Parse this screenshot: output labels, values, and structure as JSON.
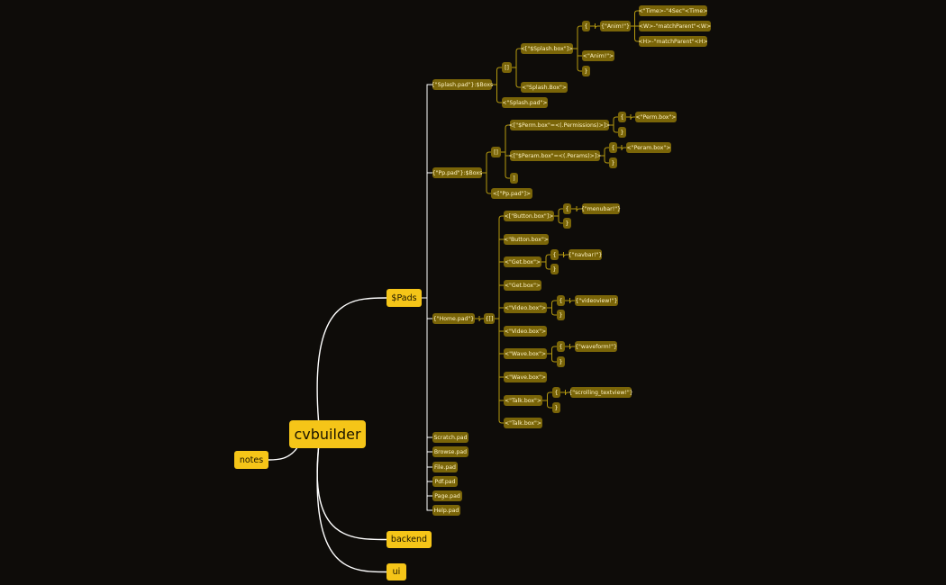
{
  "theme": {
    "background": "#0e0c09",
    "primary": "#f5c518",
    "secondary": "#7a6508",
    "link_main": "#ffffff",
    "link_sub": "#b59a10"
  },
  "map": {
    "root": "cvbuilder",
    "notes": "notes",
    "pads": "$Pads",
    "backend": "backend",
    "ui": "ui",
    "splash": {
      "pad": "{\"Splash.pad\"}:$Boxs",
      "bracket": "[]",
      "box_open": "<[\"$Splash.box\"]>",
      "brace_open": "{",
      "anim_key": "{\"Anim!\"}",
      "time": "<\"Time>-\"4Sec\"<Time>",
      "w": "<W>-\"matchParent\"<W>",
      "h": "<H>-\"matchParent\"<H>",
      "anim_close": "<\"Anim!\">",
      "brace_close": "}",
      "box_close": "<\"Splash.Box\">",
      "pad_close": "<\"Splash.pad\">"
    },
    "pp": {
      "pad": "{\"Pp.pad\"}:$Boxs",
      "bracket": "[]",
      "perm_open": "<[\"$Perm.box\"=<(.Permissions)>]>",
      "perm_brace_open": "{",
      "perm_close": "<\"Perm.box\">",
      "perm_brace_close": "}",
      "peram_open": "<[\"$Peram.box\"=<(.Perams)>]>",
      "peram_brace_open": "{",
      "peram_close": "<\"Peram.box\">",
      "peram_brace_close": "}",
      "bracket_close": "]",
      "pad_close": "<[\"Pp.pad\"]>"
    },
    "home": {
      "pad": "{\"Home.pad\"}",
      "bracket": "{[]",
      "button_open": "<[\"Button.box\"]>",
      "button_brace_open": "{",
      "button_value": "{\"menubar!\"}",
      "button_brace_close": "}",
      "button_close": "<\"Button.box\">",
      "get_open": "<\"Get.box\">",
      "get_brace_open": "{",
      "get_value": "{\"navbar!\"}",
      "get_brace_close": "}",
      "get_close": "<\"Get.box\">",
      "video_open": "<\"Video.box\">",
      "video_brace_open": "{",
      "video_value": "{\"videoview!\"}",
      "video_brace_close": "}",
      "video_close": "<\"Video.box\">",
      "wave_open": "<\"Wave.box\">",
      "wave_brace_open": "{",
      "wave_value": "{\"waveform!\"}",
      "wave_brace_close": "}",
      "wave_close": "<\"Wave.box\">",
      "talk_open": "<\"Talk.box\">",
      "talk_brace_open": "{",
      "talk_value": "{\"scrolling_textview!\"}",
      "talk_brace_close": "}",
      "talk_close": "<\"Talk.box\">"
    },
    "pads_list": {
      "scratch": "Scratch.pad",
      "browse": "Browse.pad",
      "file": "File.pad",
      "pdf": "Pdf.pad",
      "page": "Page.pad",
      "help": "Help.pad"
    }
  }
}
